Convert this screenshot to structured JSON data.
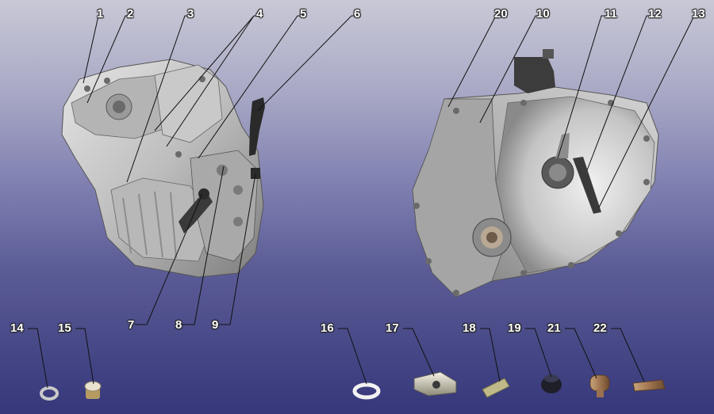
{
  "callouts": [
    {
      "id": "1",
      "text": "1"
    },
    {
      "id": "2",
      "text": "2"
    },
    {
      "id": "3",
      "text": "3"
    },
    {
      "id": "4",
      "text": "4"
    },
    {
      "id": "5",
      "text": "5"
    },
    {
      "id": "6",
      "text": "6"
    },
    {
      "id": "7",
      "text": "7"
    },
    {
      "id": "8",
      "text": "8"
    },
    {
      "id": "9",
      "text": "9"
    },
    {
      "id": "10",
      "text": "10"
    },
    {
      "id": "11",
      "text": "11"
    },
    {
      "id": "12",
      "text": "12"
    },
    {
      "id": "13",
      "text": "13"
    },
    {
      "id": "14",
      "text": "14"
    },
    {
      "id": "15",
      "text": "15"
    },
    {
      "id": "16",
      "text": "16"
    },
    {
      "id": "17",
      "text": "17"
    },
    {
      "id": "18",
      "text": "18"
    },
    {
      "id": "19",
      "text": "19"
    },
    {
      "id": "20",
      "text": "20"
    },
    {
      "id": "21",
      "text": "21"
    },
    {
      "id": "22",
      "text": "22"
    }
  ],
  "colors": {
    "housing_light": "#d9d9d9",
    "housing_mid": "#a9a9a9",
    "housing_dark": "#5a5a5a",
    "leader_line": "#111111",
    "label_text": "#ffffff"
  }
}
